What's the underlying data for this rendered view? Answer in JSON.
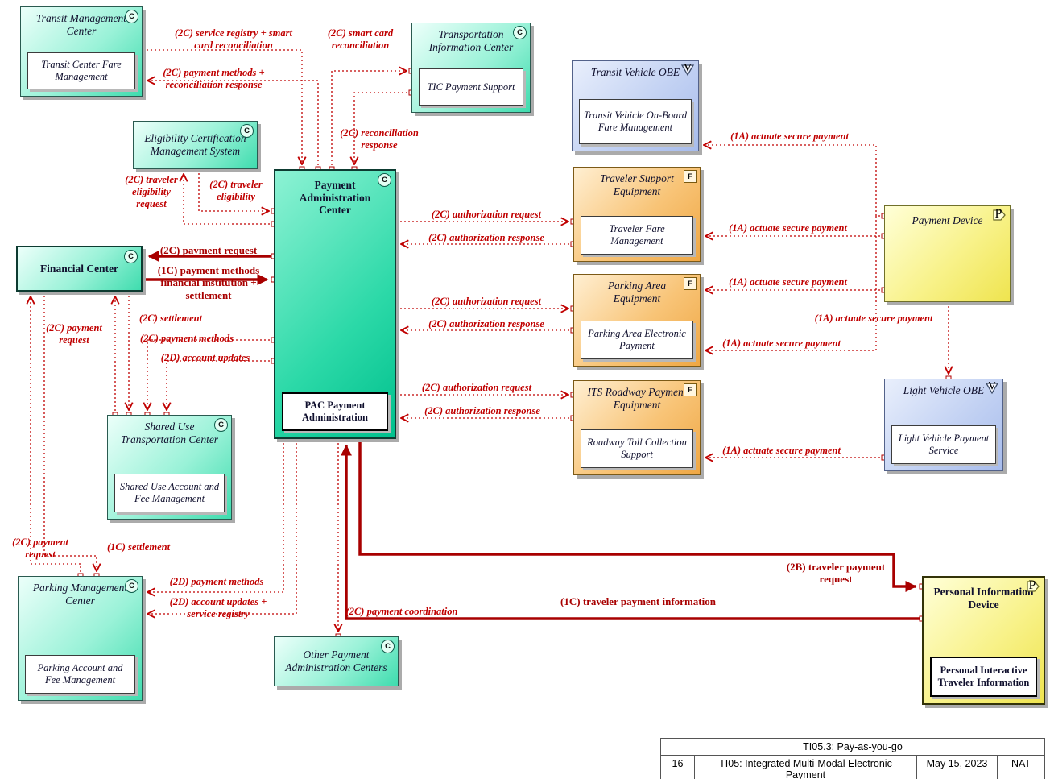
{
  "colors": {
    "flow": "#c00000",
    "flow_bold": "#a80000"
  },
  "nodes": {
    "transit_mgmt": {
      "title": "Transit Management Center",
      "inner": "Transit Center Fare Management",
      "icon": "C"
    },
    "eligibility": {
      "title": "Eligibility Certification Management System",
      "icon": "C"
    },
    "tic": {
      "title": "Transportation Information Center",
      "inner": "TIC Payment Support",
      "icon": "C"
    },
    "transit_veh_obe": {
      "title": "Transit Vehicle OBE",
      "inner": "Transit Vehicle On-Board Fare Management",
      "icon": "V"
    },
    "pac": {
      "title": "Payment Administration Center",
      "inner": "PAC Payment Administration",
      "icon": "C"
    },
    "financial": {
      "title": "Financial Center",
      "icon": "C"
    },
    "tse": {
      "title": "Traveler Support Equipment",
      "inner": "Traveler Fare Management",
      "icon": "F"
    },
    "pae": {
      "title": "Parking Area Equipment",
      "inner": "Parking Area Electronic Payment",
      "icon": "F"
    },
    "itsrpe": {
      "title": "ITS Roadway Payment Equipment",
      "inner": "Roadway Toll Collection Support",
      "icon": "F"
    },
    "payment_device": {
      "title": "Payment Device",
      "icon": "P"
    },
    "lv_obe": {
      "title": "Light Vehicle OBE",
      "inner": "Light Vehicle Payment Service",
      "icon": "V"
    },
    "shared_use": {
      "title": "Shared Use Transportation Center",
      "inner": "Shared Use Account and Fee Management",
      "icon": "C"
    },
    "parking_mgmt": {
      "title": "Parking Management Center",
      "inner": "Parking Account and Fee Management",
      "icon": "C"
    },
    "other_pac": {
      "title": "Other Payment Administration Centers",
      "icon": "C"
    },
    "pid": {
      "title": "Personal Information Device",
      "inner": "Personal Interactive Traveler Information",
      "icon": "P"
    }
  },
  "flows": {
    "service_registry": {
      "label": "(2C) service registry + smart card reconciliation"
    },
    "smart_card_recon": {
      "label": "(2C) smart card reconciliation"
    },
    "payment_methods_recon": {
      "label": "(2C) payment methods + reconciliation response"
    },
    "recon_response": {
      "label": "(2C) reconciliation response"
    },
    "traveler_elig_request": {
      "label": "(2C) traveler eligibility request"
    },
    "traveler_elig": {
      "label": "(2C) traveler eligibility"
    },
    "actuate_transit_veh": {
      "label": "(1A) actuate secure payment"
    },
    "auth_request_tse": {
      "label": "(2C) authorization request"
    },
    "auth_response_tse": {
      "label": "(2C) authorization response"
    },
    "actuate_tse": {
      "label": "(1A) actuate secure payment"
    },
    "payment_request_fc": {
      "label": "(2C) payment request"
    },
    "payment_methods_fi": {
      "label": "(1C) payment methods financial institution + settlement"
    },
    "actuate_pae": {
      "label": "(1A) actuate secure payment"
    },
    "auth_request_pae": {
      "label": "(2C) authorization request"
    },
    "auth_response_pae": {
      "label": "(2C) authorization response"
    },
    "actuate_lv_obe": {
      "label": "(1A) actuate secure payment"
    },
    "payment_request_su": {
      "label": "(2C) payment request"
    },
    "settlement_su": {
      "label": "(2C) settlement"
    },
    "payment_methods_su": {
      "label": "(2C) payment methods"
    },
    "account_updates_su": {
      "label": "(2D) account updates"
    },
    "actuate_pae2": {
      "label": "(1A) actuate secure payment"
    },
    "auth_request_its": {
      "label": "(2C) authorization request"
    },
    "auth_response_its": {
      "label": "(2C) authorization response"
    },
    "actuate_its": {
      "label": "(1A) actuate secure payment"
    },
    "payment_request_pmc": {
      "label": "(2C) payment request"
    },
    "settlement_pmc": {
      "label": "(1C) settlement"
    },
    "payment_methods_pmc": {
      "label": "(2D) payment methods"
    },
    "account_updates_pmc": {
      "label": "(2D) account updates + service registry"
    },
    "payment_coordination": {
      "label": "(2C) payment coordination"
    },
    "traveler_payment_info": {
      "label": "(1C) traveler payment information"
    },
    "traveler_payment_request": {
      "label": "(2B) traveler payment request"
    }
  },
  "title_block": {
    "diagram_title": "TI05.3: Pay-as-you-go",
    "number": "16",
    "service_package": "TI05: Integrated Multi-Modal Electronic Payment",
    "date": "May 15, 2023",
    "architecture": "NAT"
  }
}
